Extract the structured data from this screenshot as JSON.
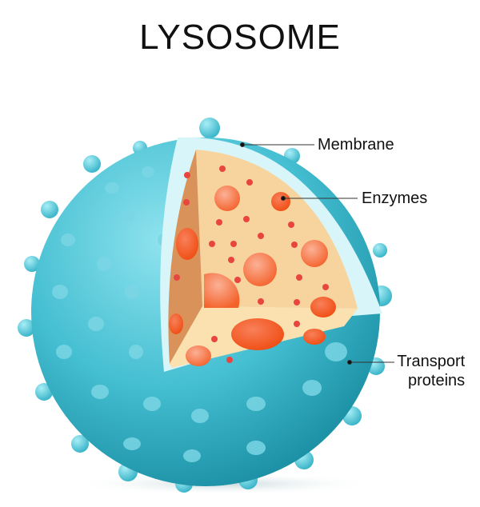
{
  "title": "LYSOSOME",
  "labels": {
    "membrane": "Membrane",
    "enzymes": "Enzymes",
    "transport_line1": "Transport",
    "transport_line2": "proteins"
  },
  "colors": {
    "sphere": "#3cb8cc",
    "membrane": "#d8f6fa",
    "interior": "#f7d49e",
    "wall": "#d9935a",
    "enzyme": "#f3622e",
    "dot": "#e8453f"
  }
}
